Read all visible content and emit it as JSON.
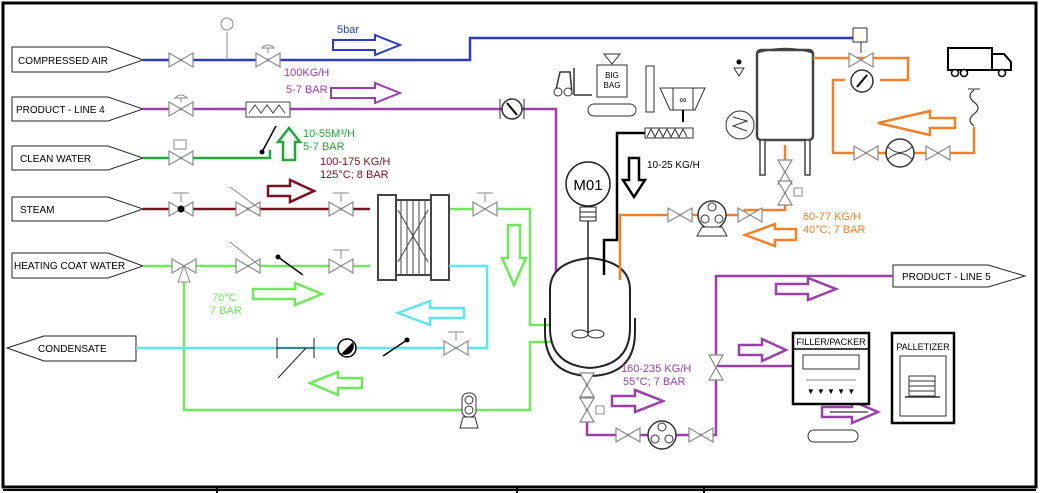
{
  "colors": {
    "air": "#2b3cc4",
    "product": "#9b3fa9",
    "clean_water": "#22a83a",
    "steam": "#7a1020",
    "heating_water": "#6ee85a",
    "condensate": "#5ee6f0",
    "feed": "#f0812a",
    "solid": "#000000",
    "equipment": "#888888"
  },
  "inlets": [
    {
      "id": "compressed-air",
      "label": "COMPRESSED AIR"
    },
    {
      "id": "product-line-4",
      "label": "PRODUCT  - LINE 4"
    },
    {
      "id": "clean-water",
      "label": "CLEAN WATER"
    },
    {
      "id": "steam",
      "label": "STEAM"
    },
    {
      "id": "heating-coat-water",
      "label": "HEATING COAT WATER"
    }
  ],
  "outlets": [
    {
      "id": "condensate",
      "label": "CONDENSATE"
    },
    {
      "id": "product-line-5",
      "label": "PRODUCT - LINE 5"
    }
  ],
  "annotations": {
    "air_pressure": "5bar",
    "product_in_flow": "100KG/H",
    "product_in_pressure": "5-7 BAR",
    "water_flow": "10-55M³/H",
    "water_pressure": "5-7 BAR",
    "steam_flow": "100-175 KG/H",
    "steam_conditions": "125°C; 8 BAR",
    "coat_temp": "70°C",
    "coat_pressure": "7 BAR",
    "solids_flow": "10-25 KG/H",
    "feed_flow": "60-77 KG/H",
    "feed_conditions": "40°C; 7 BAR",
    "out_flow": "160-235 KG/H",
    "out_conditions": "55°C; 7 BAR"
  },
  "equipment": {
    "motor": "M01",
    "big_bag_line1": "BIG",
    "big_bag_line2": "BAG",
    "filler": "FILLER/PACKER",
    "palletizer": "PALLETIZER",
    "agitator_symbol": "∞"
  }
}
